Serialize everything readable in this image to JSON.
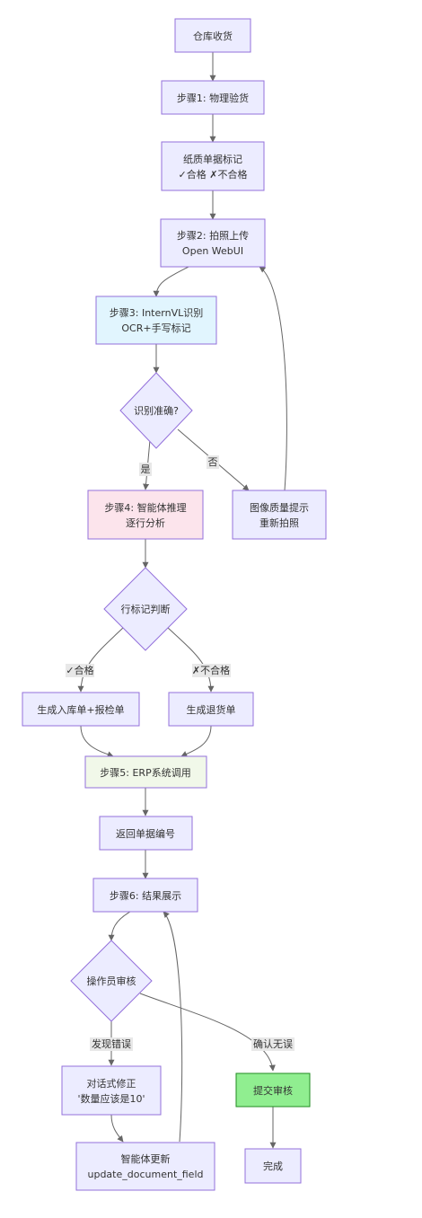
{
  "nodes": {
    "receive": {
      "lines": [
        "仓库收货"
      ]
    },
    "step1": {
      "lines": [
        "步骤1: 物理验货"
      ]
    },
    "paper": {
      "lines": [
        "纸质单据标记",
        "✓合格 ✗不合格"
      ]
    },
    "step2": {
      "lines": [
        "步骤2: 拍照上传",
        "Open WebUI"
      ]
    },
    "step3": {
      "lines": [
        "步骤3: InternVL识别",
        "OCR+手写标记"
      ]
    },
    "accurate": {
      "lines": [
        "识别准确?"
      ]
    },
    "quality": {
      "lines": [
        "图像质量提示",
        "重新拍照"
      ]
    },
    "step4": {
      "lines": [
        "步骤4: 智能体推理",
        "逐行分析"
      ]
    },
    "judge": {
      "lines": [
        "行标记判断"
      ]
    },
    "inbound": {
      "lines": [
        "生成入库单+报检单"
      ]
    },
    "return_doc": {
      "lines": [
        "生成退货单"
      ]
    },
    "step5": {
      "lines": [
        "步骤5: ERP系统调用"
      ]
    },
    "docno": {
      "lines": [
        "返回单据编号"
      ]
    },
    "step6": {
      "lines": [
        "步骤6: 结果展示"
      ]
    },
    "review": {
      "lines": [
        "操作员审核"
      ]
    },
    "fix": {
      "lines": [
        "对话式修正",
        "'数量应该是10'"
      ]
    },
    "submit": {
      "lines": [
        "提交审核"
      ]
    },
    "update": {
      "lines": [
        "智能体更新",
        "update_document_field"
      ]
    },
    "done": {
      "lines": [
        "完成"
      ]
    }
  },
  "edge_labels": {
    "yes": "是",
    "no": "否",
    "pass": "✓合格",
    "fail": "✗不合格",
    "found_error": "发现错误",
    "confirmed": "确认无误"
  },
  "colors": {
    "default_fill": "#ececff",
    "default_stroke": "#9370db",
    "step3_fill": "#e1f5fe",
    "step4_fill": "#fce4ec",
    "step5_fill": "#f1f8e9",
    "submit_fill": "#90ee90",
    "submit_stroke": "#228b22",
    "edge": "#666666"
  }
}
